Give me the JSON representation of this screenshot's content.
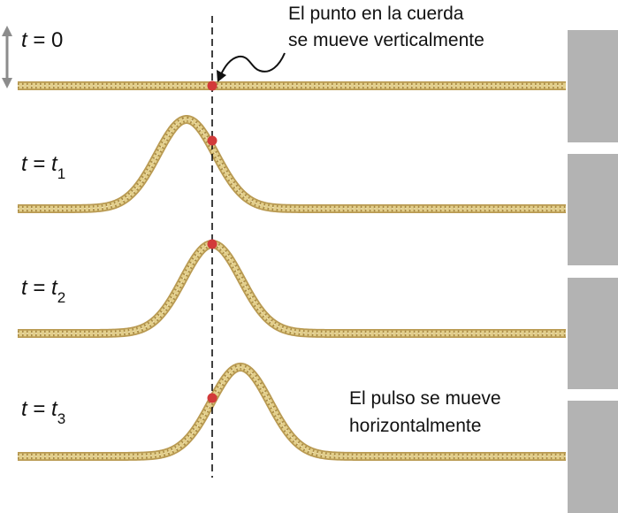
{
  "rows": [
    {
      "t_symbol": "t",
      "equals": " = ",
      "rhs_var": "",
      "rhs_sub": "",
      "rhs_num": "0"
    },
    {
      "t_symbol": "t",
      "equals": " = ",
      "rhs_var": "t",
      "rhs_sub": "1",
      "rhs_num": ""
    },
    {
      "t_symbol": "t",
      "equals": " = ",
      "rhs_var": "t",
      "rhs_sub": "2",
      "rhs_num": ""
    },
    {
      "t_symbol": "t",
      "equals": " = ",
      "rhs_var": "t",
      "rhs_sub": "3",
      "rhs_num": ""
    }
  ],
  "annotation_point": {
    "line1": "El punto en la cuerda",
    "line2": "se mueve verticalmente"
  },
  "annotation_pulse": {
    "line1": "El pulso se mueve",
    "line2": "horizontalmente"
  },
  "colors": {
    "rope_light": "#e3cf8b",
    "rope_dark": "#b99a52",
    "marker_dot": "#d23a3a",
    "wall": "#b3b3b3",
    "arrow": "#8c8c8c"
  },
  "icons": [
    "vertical-double-arrow-icon",
    "curved-pointer-arrow-icon"
  ]
}
